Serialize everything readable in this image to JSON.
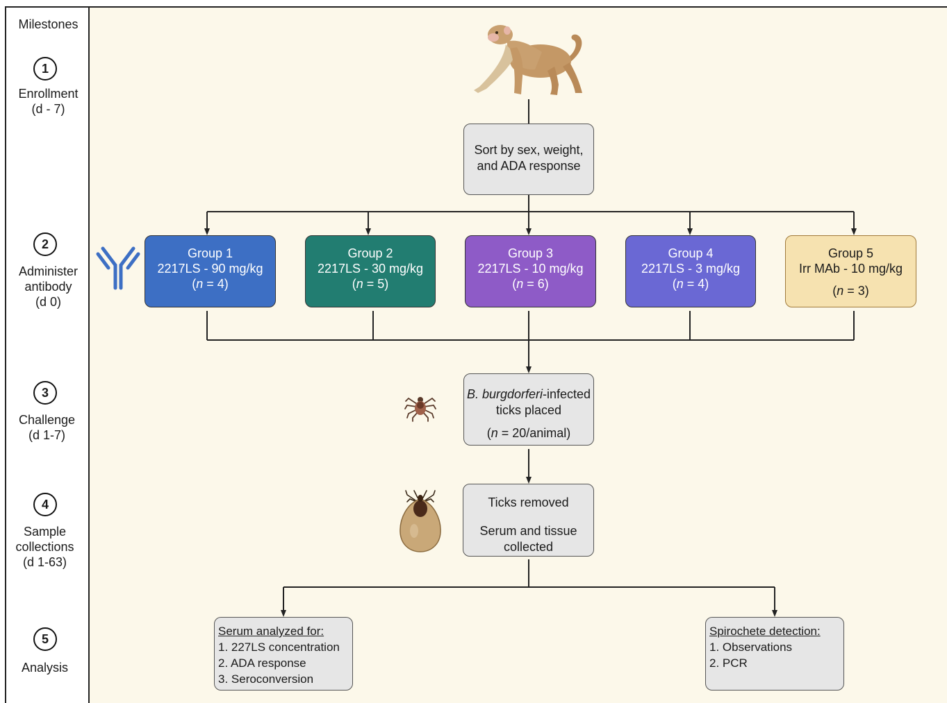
{
  "milestones": {
    "title": "Milestones",
    "items": [
      {
        "num": "1",
        "label": "Enrollment",
        "sub": "(d - 7)"
      },
      {
        "num": "2",
        "label1": "Administer",
        "label2": "antibody",
        "sub": "(d 0)"
      },
      {
        "num": "3",
        "label": "Challenge",
        "sub": "(d 1-7)"
      },
      {
        "num": "4",
        "label1": "Sample",
        "label2": "collections",
        "sub": "(d 1-63)"
      },
      {
        "num": "5",
        "label": "Analysis"
      }
    ]
  },
  "sort_box": {
    "line1": "Sort by sex, weight,",
    "line2": "and ADA response"
  },
  "groups": [
    {
      "name": "Group 1",
      "dose": "2217LS - 90 mg/kg",
      "n": "4",
      "color": "#3d6fc4"
    },
    {
      "name": "Group 2",
      "dose": "2217LS - 30 mg/kg",
      "n": "5",
      "color": "#227d71"
    },
    {
      "name": "Group 3",
      "dose": "2217LS - 10 mg/kg",
      "n": "6",
      "color": "#8e5bc7"
    },
    {
      "name": "Group 4",
      "dose": "2217LS - 3 mg/kg",
      "n": "4",
      "color": "#6a68d4"
    },
    {
      "name": "Group 5",
      "dose": "Irr MAb - 10 mg/kg",
      "n": "3",
      "color": "#f6e2b0"
    }
  ],
  "n_symbol": "n",
  "ticks_box": {
    "species": "B. burgdorferi",
    "suffix": "-infected",
    "line2": "ticks placed",
    "n_value": "= 20/animal)"
  },
  "removed_box": {
    "line1": "Ticks removed",
    "line2": "Serum and tissue",
    "line3": "collected"
  },
  "serum_box": {
    "title": "Serum analyzed for:",
    "items": [
      "1. 227LS concentration",
      "2. ADA response",
      "3. Seroconversion"
    ]
  },
  "spiro_box": {
    "title": "Spirochete detection:",
    "items": [
      "1. Observations",
      "2. PCR"
    ]
  },
  "colors": {
    "background": "#fcf8ea",
    "box_gray": "#e6e6e6",
    "antibody": "#3d6fc4"
  },
  "icons": [
    "monkey-icon",
    "antibody-icon",
    "tick-icon",
    "engorged-tick-icon"
  ]
}
